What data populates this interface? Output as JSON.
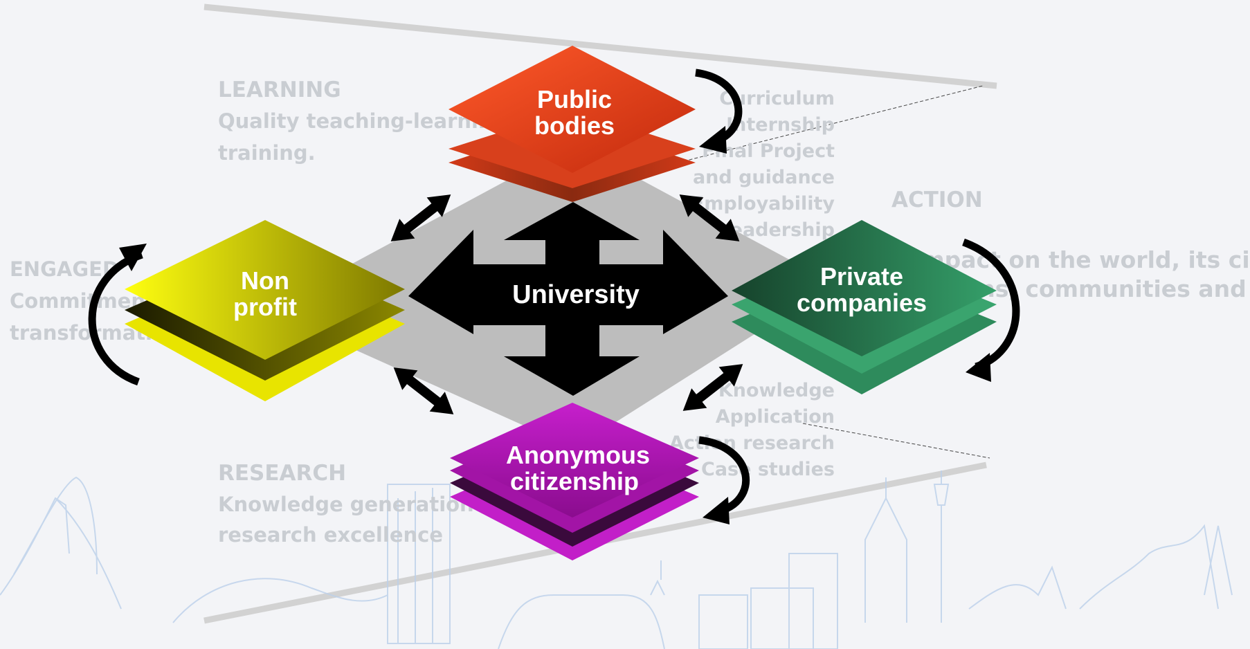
{
  "center_label": "University",
  "nodes": {
    "public": {
      "line1": "Public",
      "line2": "bodies"
    },
    "nonprofit": {
      "line1": "Non",
      "line2": "profit"
    },
    "private": {
      "line1": "Private",
      "line2": "companies"
    },
    "citizen": {
      "line1": "Anonymous",
      "line2": "citizenship"
    }
  },
  "background": {
    "learning": {
      "title": "LEARNING",
      "line1": "Quality teaching-learning",
      "line2": "training."
    },
    "engaged": {
      "title": "ENGAGED",
      "line1": "Commitment",
      "line2": "transformation"
    },
    "research": {
      "title": "RESEARCH",
      "line1": "Knowledge generation",
      "line2": "research excellence"
    },
    "action": {
      "title": "ACTION",
      "line1": "Impact on the world, its cities,",
      "line2": "regions, communities and"
    },
    "topics_top": [
      "Curriculum",
      "Internship",
      "Final Project",
      "and guidance",
      "Employability",
      "Leadership"
    ],
    "topics_bottom": [
      "Knowledge",
      "Application",
      "Action research",
      "Case studies"
    ]
  },
  "colors": {
    "public": "#e8401c",
    "nonprofit": "#f2ee12",
    "private": "#2e8b5c",
    "citizen": "#b318b8",
    "platform": "#bdbdbd",
    "arrows": "#000000"
  }
}
